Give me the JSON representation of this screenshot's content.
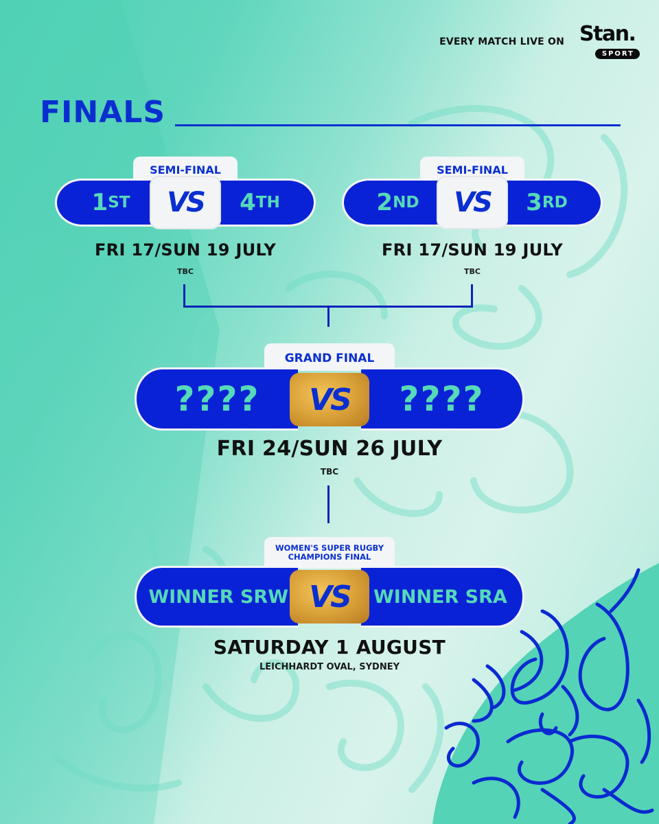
{
  "header": {
    "tagline": "EVERY MATCH LIVE ON",
    "logo_word": "Stan.",
    "logo_sub": "SPORT"
  },
  "page": {
    "title": "FINALS"
  },
  "colors": {
    "brand_blue": "#0a22d6",
    "title_blue": "#0a2fd0",
    "team_text_teal": "#56d9b8",
    "background_teal": "#5fd6bd",
    "tab_white": "#f2f4f6",
    "gold_badge": "#dca53c"
  },
  "matches": {
    "semi1": {
      "stage": "SEMI-FINAL",
      "home": {
        "num": "1",
        "suffix": "ST"
      },
      "away": {
        "num": "4",
        "suffix": "TH"
      },
      "vs": "VS",
      "date": "FRI 17/SUN 19 JULY",
      "venue": "TBC"
    },
    "semi2": {
      "stage": "SEMI-FINAL",
      "home": {
        "num": "2",
        "suffix": "ND"
      },
      "away": {
        "num": "3",
        "suffix": "RD"
      },
      "vs": "VS",
      "date": "FRI 17/SUN 19 JULY",
      "venue": "TBC"
    },
    "grand_final": {
      "stage": "GRAND FINAL",
      "home": "????",
      "away": "????",
      "vs": "VS",
      "date": "FRI 24/SUN 26 JULY",
      "venue": "TBC"
    },
    "champions_final": {
      "stage_line1": "WOMEN'S SUPER RUGBY",
      "stage_line2": "CHAMPIONS FINAL",
      "home": "WINNER SRW",
      "away": "WINNER SRA",
      "vs": "VS",
      "date": "SATURDAY 1 AUGUST",
      "venue": "LEICHHARDT OVAL, SYDNEY"
    }
  },
  "icons": {
    "logo": "stan-sport-logo",
    "vs_badge": "vs-badge",
    "bracket": "bracket-connector"
  }
}
